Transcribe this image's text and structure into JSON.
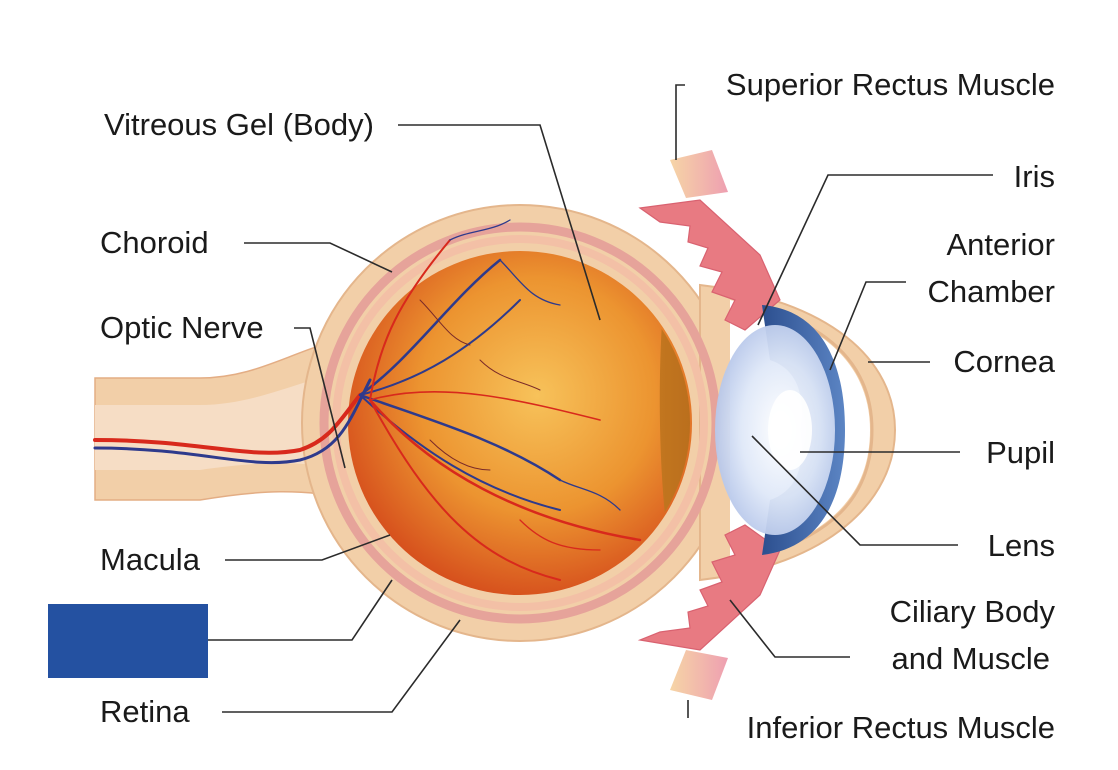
{
  "labels": {
    "vitreous_gel": "Vitreous Gel (Body)",
    "choroid": "Choroid",
    "optic_nerve": "Optic Nerve",
    "macula": "Macula",
    "retina": "Retina",
    "superior_rectus": "Superior Rectus Muscle",
    "iris": "Iris",
    "anterior_chamber_line1": "Anterior",
    "anterior_chamber_line2": "Chamber",
    "cornea": "Cornea",
    "pupil": "Pupil",
    "lens": "Lens",
    "ciliary_line1": "Ciliary Body",
    "ciliary_line2": "and Muscle",
    "inferior_rectus": "Inferior Rectus Muscle"
  },
  "colors": {
    "sclera": "#f2cfa8",
    "choroid_band": "#e6a39a",
    "eyeball_inner": "#f0b04a",
    "eyeball_outer": "#d8541e",
    "posterior_lens_shadow": "#b86a1d",
    "ciliary": "#e87a82",
    "iris_blue": "#3e66a5",
    "lens_center": "#f4f8ff",
    "muscle": "#f1b9a9",
    "artery": "#d8291c",
    "vein": "#2e3a8c",
    "redaction_box": "#2451a1"
  }
}
